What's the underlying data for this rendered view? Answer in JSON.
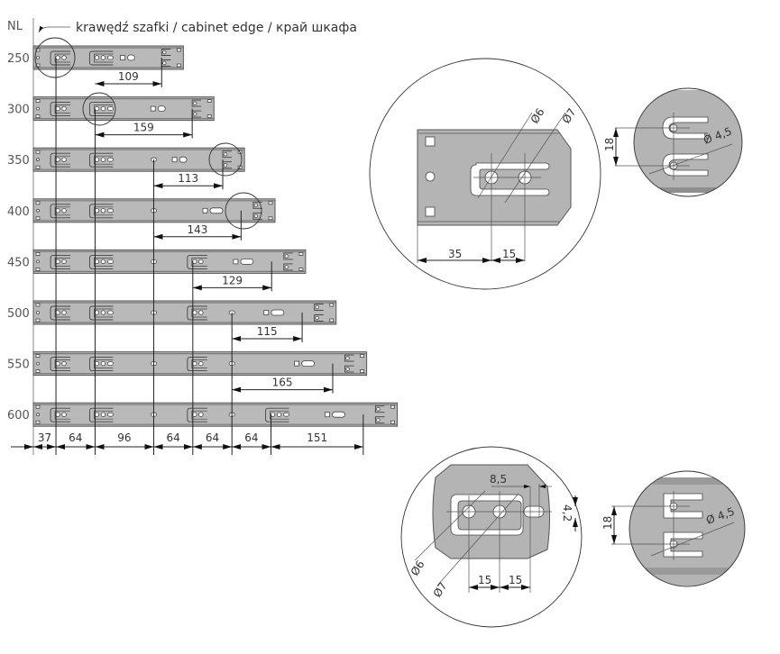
{
  "header": {
    "nl_label": "NL",
    "cabinet_edge_label": "krawędź szafki / cabinet edge / край шкафа"
  },
  "colors": {
    "rail_fill": "#b9b9b9",
    "line": "#222222",
    "text": "#555555"
  },
  "rails": [
    {
      "nl": "250",
      "length_mm": 250,
      "dimension": "109",
      "dim_from_mm": 101,
      "dim_to_mm": 210
    },
    {
      "nl": "300",
      "length_mm": 300,
      "dimension": "159",
      "dim_from_mm": 101,
      "dim_to_mm": 260
    },
    {
      "nl": "350",
      "length_mm": 350,
      "dimension": "113",
      "dim_from_mm": 197,
      "dim_to_mm": 310
    },
    {
      "nl": "400",
      "length_mm": 400,
      "dimension": "143",
      "dim_from_mm": 197,
      "dim_to_mm": 340
    },
    {
      "nl": "450",
      "length_mm": 450,
      "dimension": "129",
      "dim_from_mm": 261,
      "dim_to_mm": 390
    },
    {
      "nl": "500",
      "length_mm": 500,
      "dimension": "115",
      "dim_from_mm": 325,
      "dim_to_mm": 440
    },
    {
      "nl": "550",
      "length_mm": 550,
      "dimension": "165",
      "dim_from_mm": 325,
      "dim_to_mm": 490
    },
    {
      "nl": "600",
      "length_mm": 600,
      "dimension": "",
      "dim_from_mm": 0,
      "dim_to_mm": 0
    }
  ],
  "bottom_dimensions": [
    "37",
    "64",
    "96",
    "64",
    "64",
    "64",
    "151"
  ],
  "details": {
    "top_left": {
      "d1": "Ø6",
      "d2": "Ø7",
      "dim_a": "35",
      "dim_b": "15"
    },
    "top_right": {
      "height": "18",
      "diameter": "Ø 4,5"
    },
    "bottom_left": {
      "d1": "Ø6",
      "d2": "Ø7",
      "dim_a": "15",
      "dim_b": "15",
      "slot_offset": "8,5",
      "slot_width": "4,2"
    },
    "bottom_right": {
      "height": "18",
      "diameter": "Ø 4,5"
    }
  }
}
